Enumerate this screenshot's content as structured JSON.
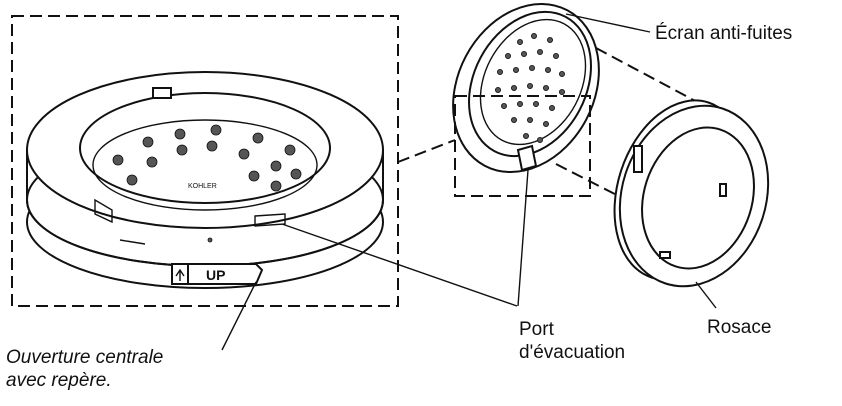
{
  "labels": {
    "ecran": "Écran anti-fuites",
    "port_line1": "Port",
    "port_line2": "d'évacuation",
    "rosace": "Rosace",
    "ouverture_line1": "Ouverture centrale",
    "ouverture_line2": "avec repère."
  },
  "stamped_text": {
    "up_mark": "UP",
    "brand_mark": "KOHLER"
  },
  "colors": {
    "ink": "#111111",
    "background": "#ffffff"
  }
}
